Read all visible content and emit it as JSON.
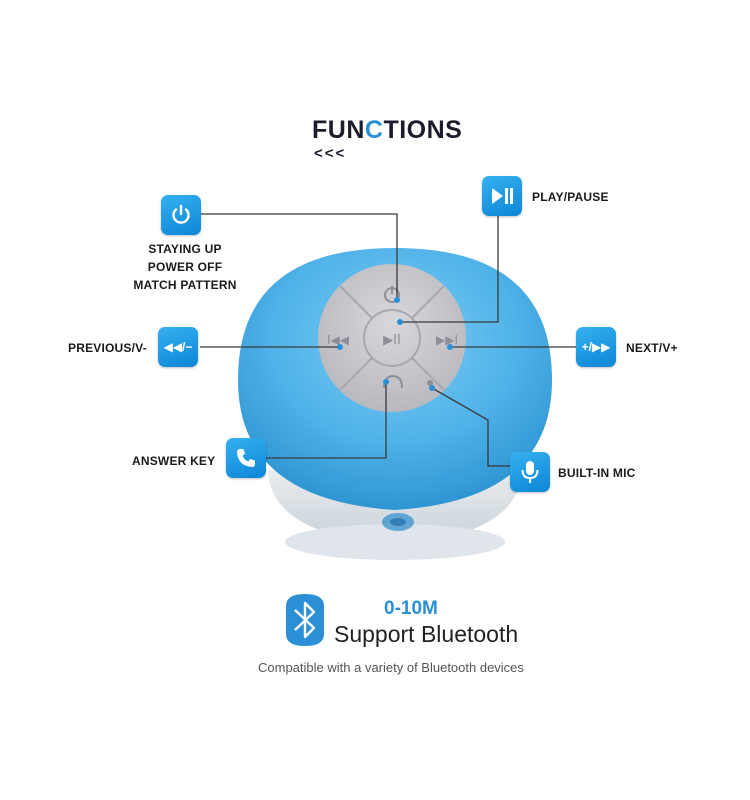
{
  "header": {
    "title_prefix": "FUN",
    "title_b": "C",
    "title_suffix": "TIONS",
    "chevrons": "<<<"
  },
  "functions": {
    "power": {
      "icon": "power-icon",
      "line1": "STAYING UP",
      "line2": "POWER OFF",
      "line3": "MATCH PATTERN"
    },
    "play_pause": {
      "icon": "play-pause-icon",
      "label": "PLAY/PAUSE"
    },
    "previous": {
      "icon": "rewind-icon",
      "label": "PREVIOUS/V-",
      "tile_text": "◀◀/−"
    },
    "next": {
      "icon": "fast-forward-icon",
      "label": "NEXT/V+",
      "tile_text": "+/▶▶"
    },
    "answer": {
      "icon": "phone-icon",
      "label": "ANSWER KEY"
    },
    "mic": {
      "icon": "microphone-icon",
      "label": "BUILT-IN MIC"
    }
  },
  "bluetooth": {
    "range": "0-10M",
    "support": "Support Bluetooth",
    "caption": "Compatible with a variety of Bluetooth devices"
  },
  "colors": {
    "accent": "#2b8fd6",
    "speaker_body": "#5bb8ea",
    "button_pad": "#c9c9cf",
    "tile": "#1b95e0"
  }
}
